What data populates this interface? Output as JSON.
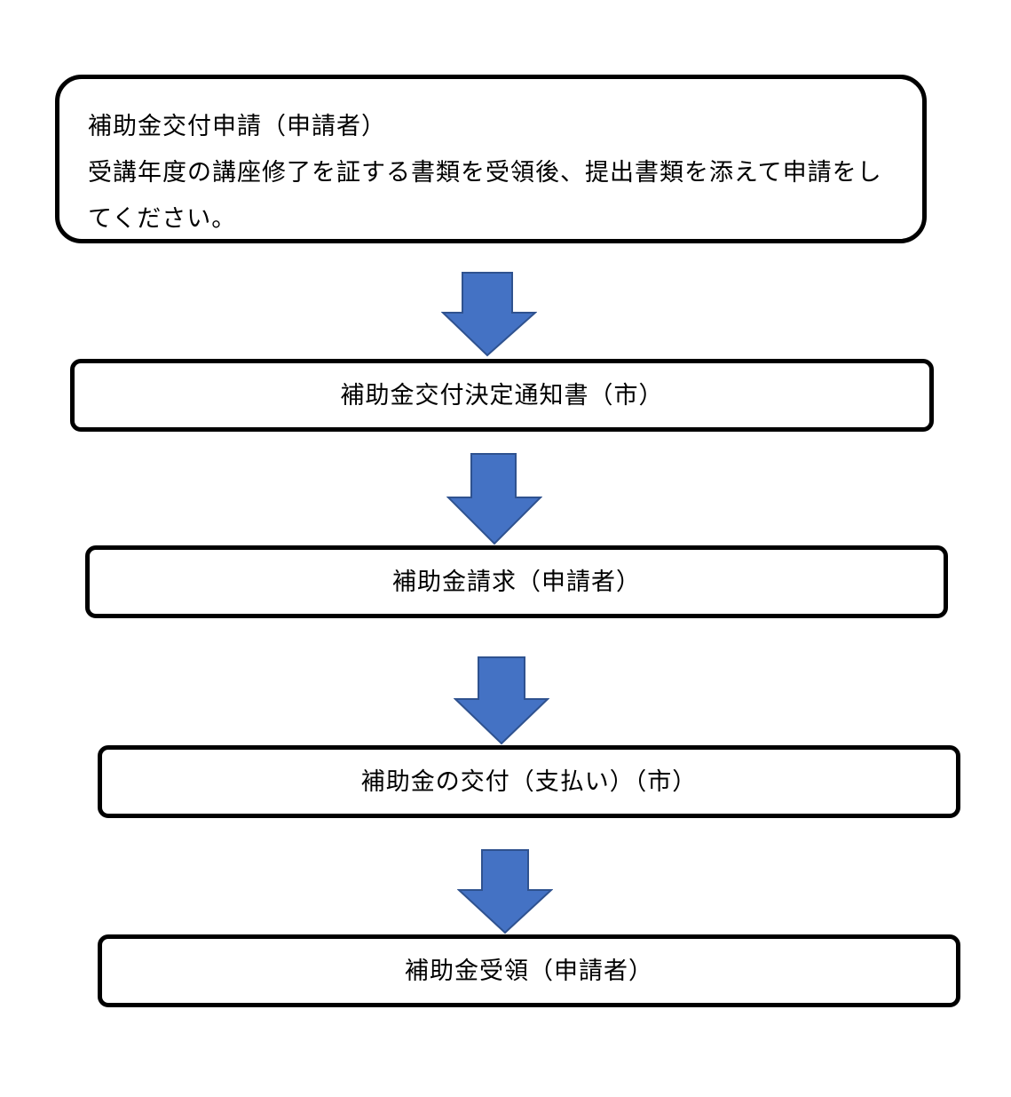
{
  "flowchart": {
    "arrow_color": "#4472C4",
    "arrow_stroke": "#2F528F",
    "steps": [
      {
        "title": "補助金交付申請（申請者）",
        "description": "受講年度の講座修了を証する書類を受領後、提出書類を添えて申請をしてください。"
      },
      {
        "label": "補助金交付決定通知書（市）"
      },
      {
        "label": "補助金請求（申請者）"
      },
      {
        "label": "補助金の交付（支払い）（市）"
      },
      {
        "label": "補助金受領（申請者）"
      }
    ]
  }
}
